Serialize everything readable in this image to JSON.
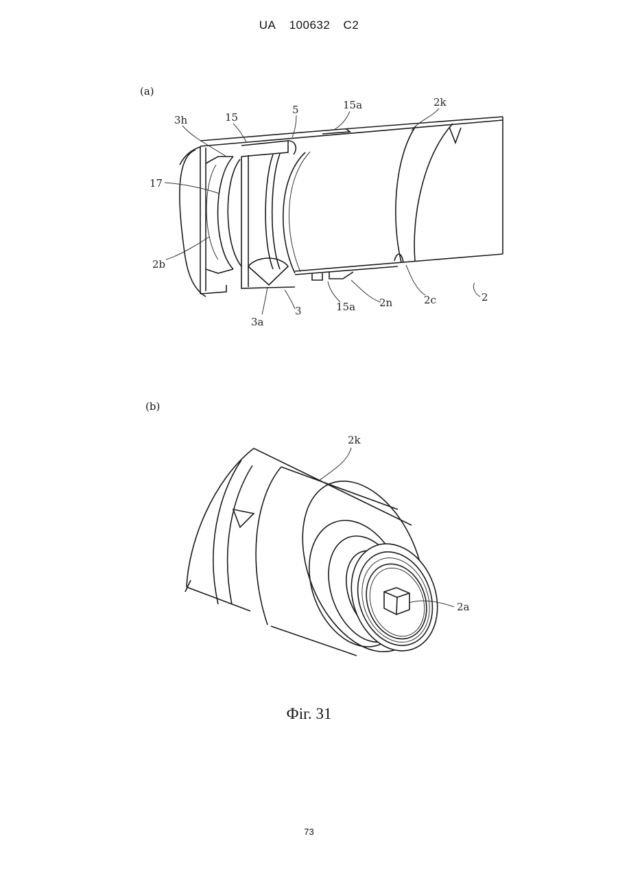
{
  "header": {
    "office": "UA",
    "number": "100632",
    "kind": "C2"
  },
  "figure_a": {
    "label": "(a)",
    "callouts": {
      "c3h": "3h",
      "c15": "15",
      "c5": "5",
      "c15a_top": "15a",
      "c2k": "2k",
      "c17": "17",
      "c2b": "2b",
      "c3a": "3a",
      "c3": "3",
      "c15a_bot": "15a",
      "c2n": "2n",
      "c2c": "2c",
      "c2": "2"
    }
  },
  "figure_b": {
    "label": "(b)",
    "callouts": {
      "c2k": "2k",
      "c2a": "2a"
    }
  },
  "caption": "Фіг. 31",
  "page_number": "73"
}
